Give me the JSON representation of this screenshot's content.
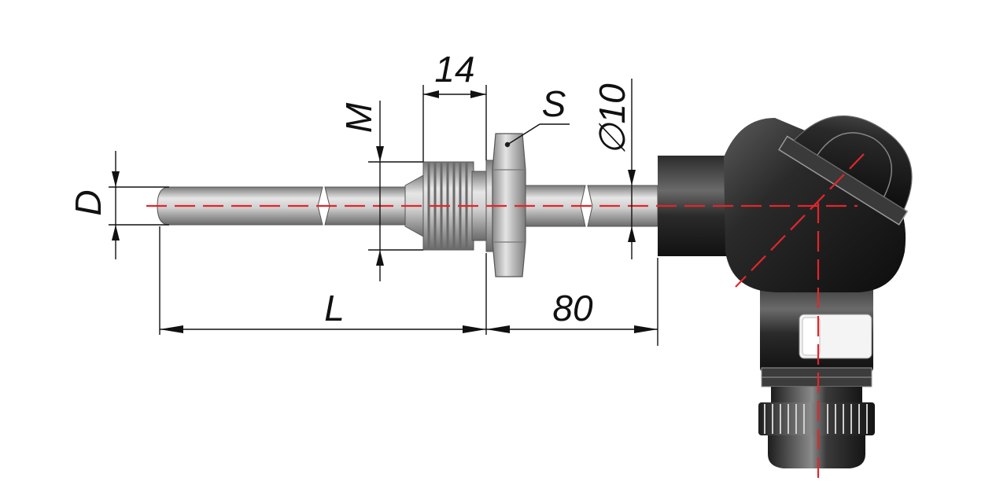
{
  "drawing": {
    "labels": {
      "diameter_probe": "D",
      "thread": "M",
      "thread_length": "14",
      "hex_wrench": "S",
      "diameter_neck": "∅10",
      "immersion_length": "L",
      "neck_length": "80"
    },
    "colors": {
      "axis": "#e3262b",
      "steel_light": "#d8d8d8",
      "steel_dark": "#6f6f6f",
      "head_dark": "#1a1a1a",
      "head_mid": "#555555"
    },
    "parts": [
      "probe-tube",
      "threaded-fitting",
      "hex-nut",
      "extension-neck",
      "connection-head",
      "cable-gland"
    ]
  }
}
